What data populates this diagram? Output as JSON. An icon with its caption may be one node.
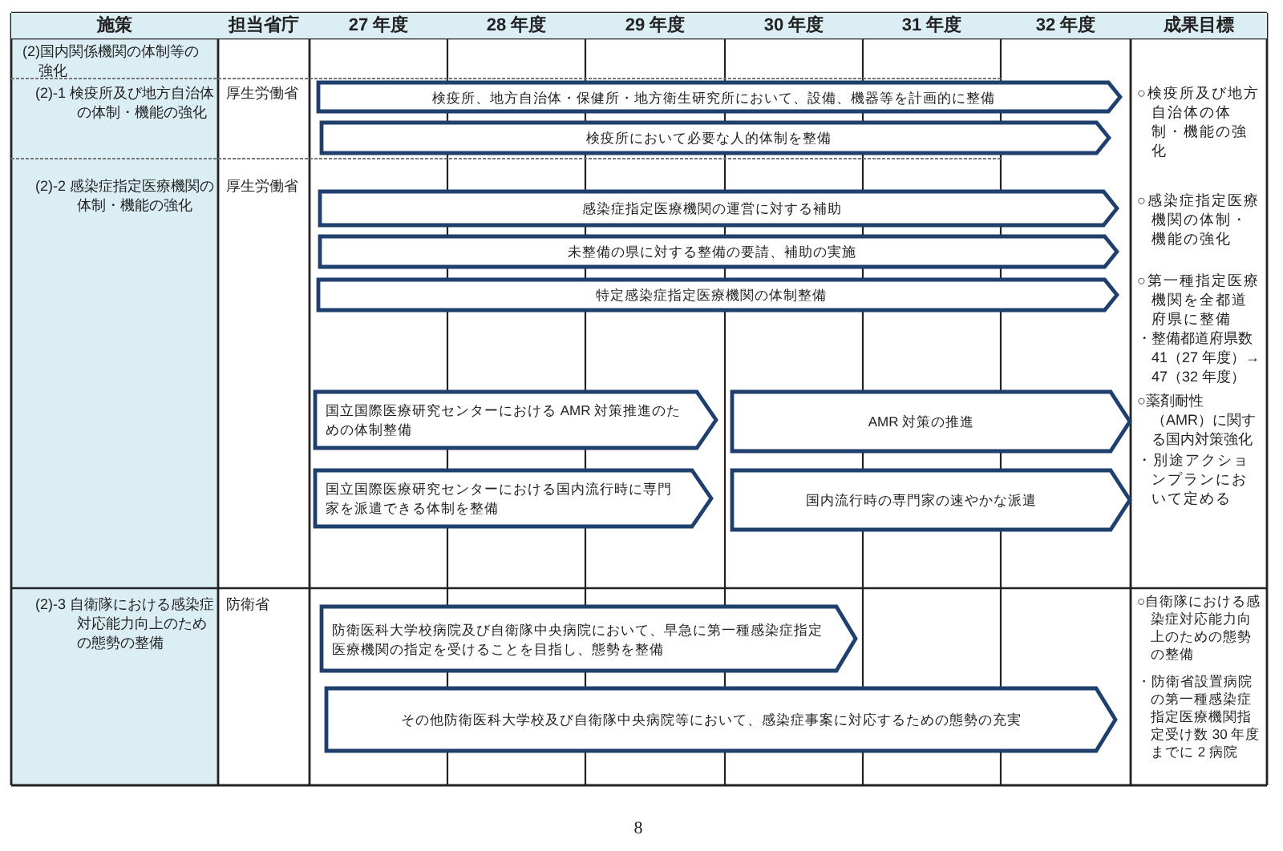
{
  "diagram": {
    "nodes": [
      {
        "text": [
          "検疫所、地方自治体・保健所・地方衛生研究所において、設備、機器等を計画的に整備"
        ]
      },
      {
        "text": [
          "検疫所において必要な人的体制を整備"
        ]
      },
      {
        "text": [
          "感染症指定医療機関の運営に対する補助"
        ]
      },
      {
        "text": [
          "未整備の県に対する整備の要請、補助の実施"
        ]
      },
      {
        "text": [
          "特定感染症指定医療機関の体制整備"
        ]
      },
      {
        "text": [
          "国立国際医療研究センターにおける AMR 対策推進のための体制整備"
        ]
      },
      {
        "text": [
          "AMR 対策の推進"
        ]
      },
      {
        "text": [
          "国立国際医療研究センターにおける国内流行時に専門家を派遣できる体制を整備"
        ]
      },
      {
        "text": [
          "国内流行時の専門家の速やかな派遣"
        ]
      },
      {
        "text": [
          "防衛医科大学校病院及び自衛隊中央病院において、早急に第一種感染症指定医療機関の指定を受けることを目指し、態勢を整備"
        ]
      },
      {
        "text": [
          "その他防衛医科大学校及び自衛隊中央病院等において、感染症事案に対応するための態勢の充実"
        ]
      }
    ],
    "labels": [
      "施策",
      "担当省庁",
      "27 年度",
      "28 年度",
      "29 年度",
      "30 年度",
      "31 年度",
      "32 年度",
      "成果目標",
      "(2)国内関係機関の体制等の強化",
      "(2)-1 検疫所及び地方自治体の体制・機能の強化",
      "厚生労働省",
      "○検疫所及び地方自治体の体制・機能の強化",
      "(2)-2 感染症指定医療機関の体制・機能の強化",
      "厚生労働省",
      "○感染症指定医療機関の体制・機能の強化",
      "○第一種指定医療機関を全都道府県に整備",
      "・整備都道府県数 41（27 年度）→ 47（32 年度）",
      "○薬剤耐性（AMR）に関する国内対策強化",
      "・別途アクションプランにおいて定める",
      "(2)-3 自衛隊における感染症対応能力向上のための態勢の整備",
      "防衛省",
      "○自衛隊における感染症対応能力向上のための態勢の整備",
      "・防衛省設置病院の第一種感染症指定医療機関指定受け数 30 年度までに 2 病院",
      "8"
    ]
  }
}
